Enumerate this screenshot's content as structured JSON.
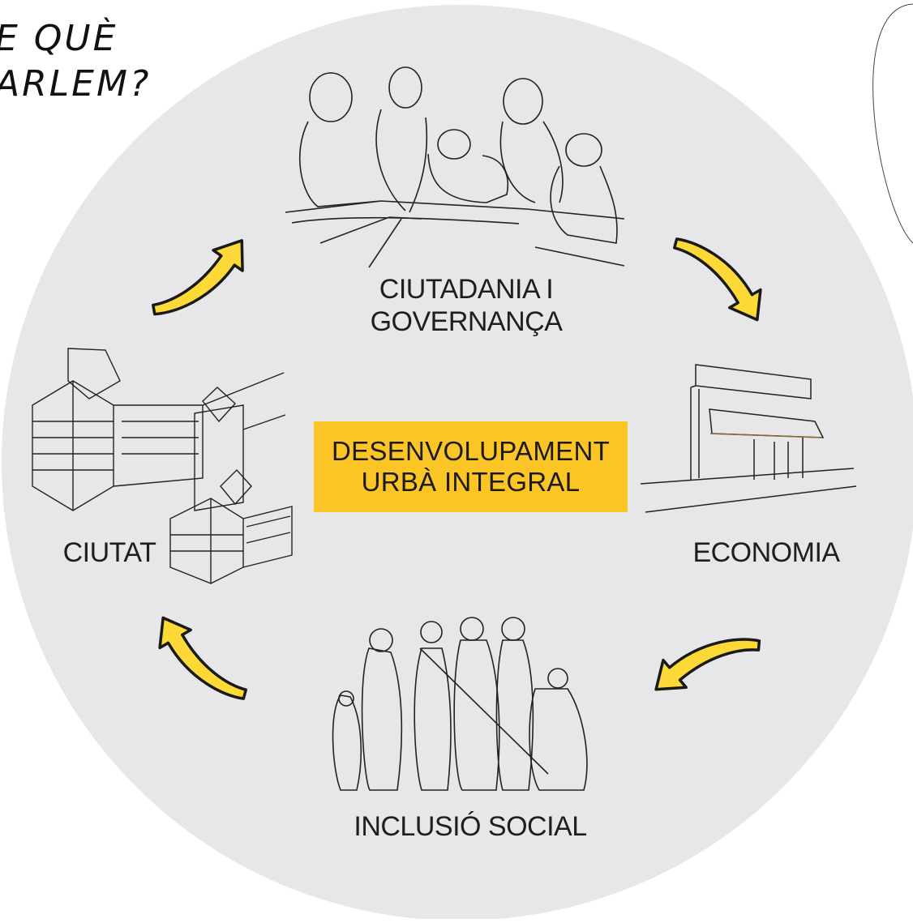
{
  "heading": {
    "line1": "E QUÈ",
    "line2": "ARLEM?"
  },
  "center": {
    "line1": "DESENVOLUPAMENT",
    "line2": "URBÀ INTEGRAL"
  },
  "nodes": {
    "ciutadania": {
      "line1": "CIUTADANIA I",
      "line2": "GOVERNANÇA",
      "illustration": "people-around-table-sketch"
    },
    "economia": {
      "label": "ECONOMIA",
      "illustration": "shop-front-awning-sketch"
    },
    "inclusio": {
      "label": "INCLUSIÓ SOCIAL",
      "illustration": "diverse-people-silhouettes"
    },
    "ciutat": {
      "label": "CIUTAT",
      "illustration": "isometric-buildings-sketch"
    }
  },
  "flow": [
    "CIUTADANIA I GOVERNANÇA",
    "ECONOMIA",
    "INCLUSIÓ SOCIAL",
    "CIUTAT"
  ],
  "colors": {
    "circle": "#e7e7e9",
    "center_box": "#fcc526",
    "arrow_fill": "#fcd936",
    "outline": "#1a1a1a"
  }
}
